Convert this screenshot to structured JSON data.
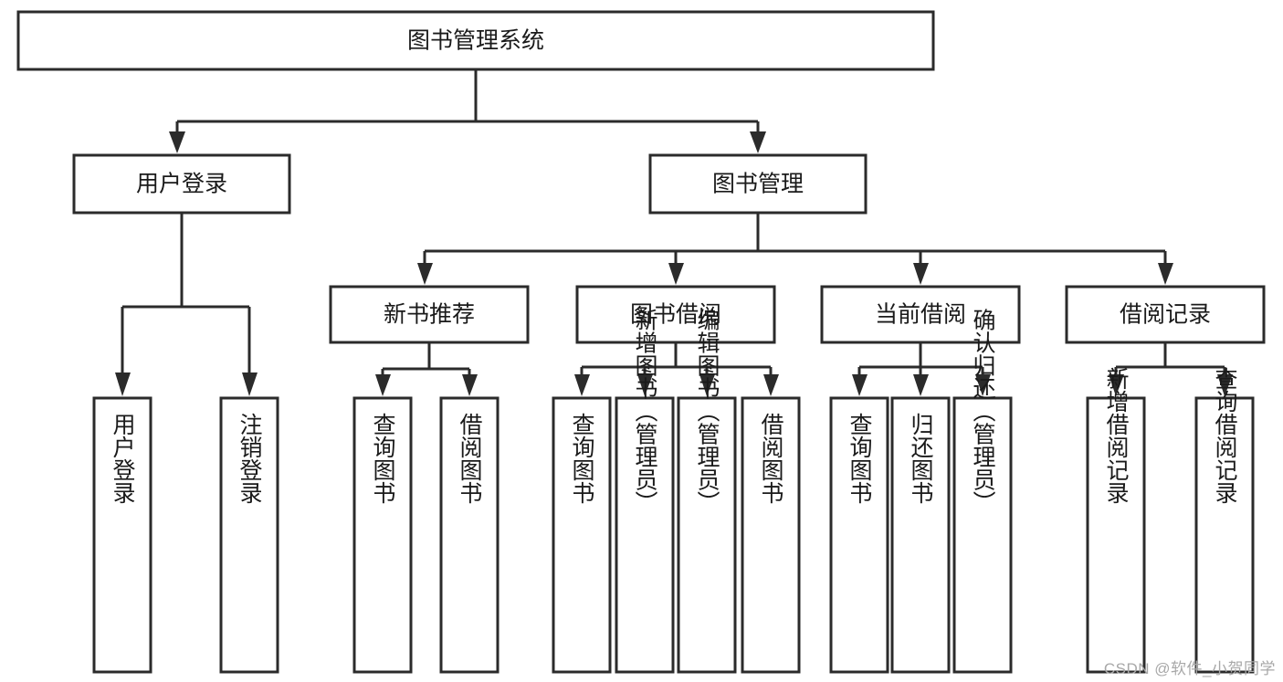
{
  "diagram": {
    "title": "图书管理系统",
    "type": "tree-hierarchy-diagram",
    "colors": {
      "box_stroke": "#2b2b2b",
      "box_fill": "#ffffff",
      "connector": "#2b2b2b",
      "text": "#1a1a1a",
      "watermark": "#a8a8a8",
      "background": "#ffffff"
    },
    "root": {
      "label": "图书管理系统"
    },
    "level2": [
      {
        "label": "用户登录"
      },
      {
        "label": "图书管理"
      }
    ],
    "level3": [
      {
        "label": "新书推荐"
      },
      {
        "label": "图书借阅"
      },
      {
        "label": "当前借阅"
      },
      {
        "label": "借阅记录"
      }
    ],
    "leaves": {
      "user_login": [
        {
          "label": "用户登录"
        },
        {
          "label": "注销登录"
        }
      ],
      "new_book_recommend": [
        {
          "label": "查询图书"
        },
        {
          "label": "借阅图书"
        }
      ],
      "book_borrow": [
        {
          "label": "查询图书"
        },
        {
          "label": "新增图书（管理员）"
        },
        {
          "label": "编辑图书（管理员）"
        },
        {
          "label": "借阅图书"
        }
      ],
      "current_borrow": [
        {
          "label": "查询图书"
        },
        {
          "label": "归还图书"
        },
        {
          "label": "确认归还（管理员）"
        }
      ],
      "borrow_record": [
        {
          "label": "新增借阅记录"
        },
        {
          "label": "查询借阅记录"
        }
      ]
    }
  },
  "watermark": {
    "text": "CSDN @软件_小贺同学"
  }
}
